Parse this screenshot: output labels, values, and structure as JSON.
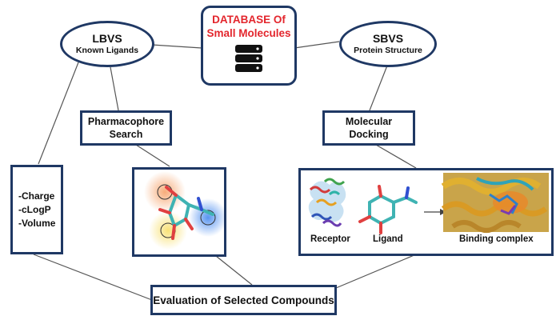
{
  "database": {
    "title_line1": "DATABASE Of",
    "title_line2": "Small Molecules",
    "icon": "database-icon",
    "title_color": "#e3262d"
  },
  "lbvs": {
    "title": "LBVS",
    "subtitle": "Known Ligands"
  },
  "sbvs": {
    "title": "SBVS",
    "subtitle": "Protein Structure"
  },
  "pharmacophore": {
    "line1": "Pharmacophore",
    "line2": "Search"
  },
  "docking": {
    "line1": "Molecular",
    "line2": "Docking"
  },
  "properties": [
    "-Charge",
    "-cLogP",
    "-Volume"
  ],
  "docking_panel": {
    "receptor_label": "Receptor",
    "ligand_label": "Ligand",
    "complex_label": "Binding complex"
  },
  "evaluation": {
    "label": "Evaluation of Selected Compounds"
  },
  "colors": {
    "border": "#1f3864",
    "line": "#555555"
  }
}
